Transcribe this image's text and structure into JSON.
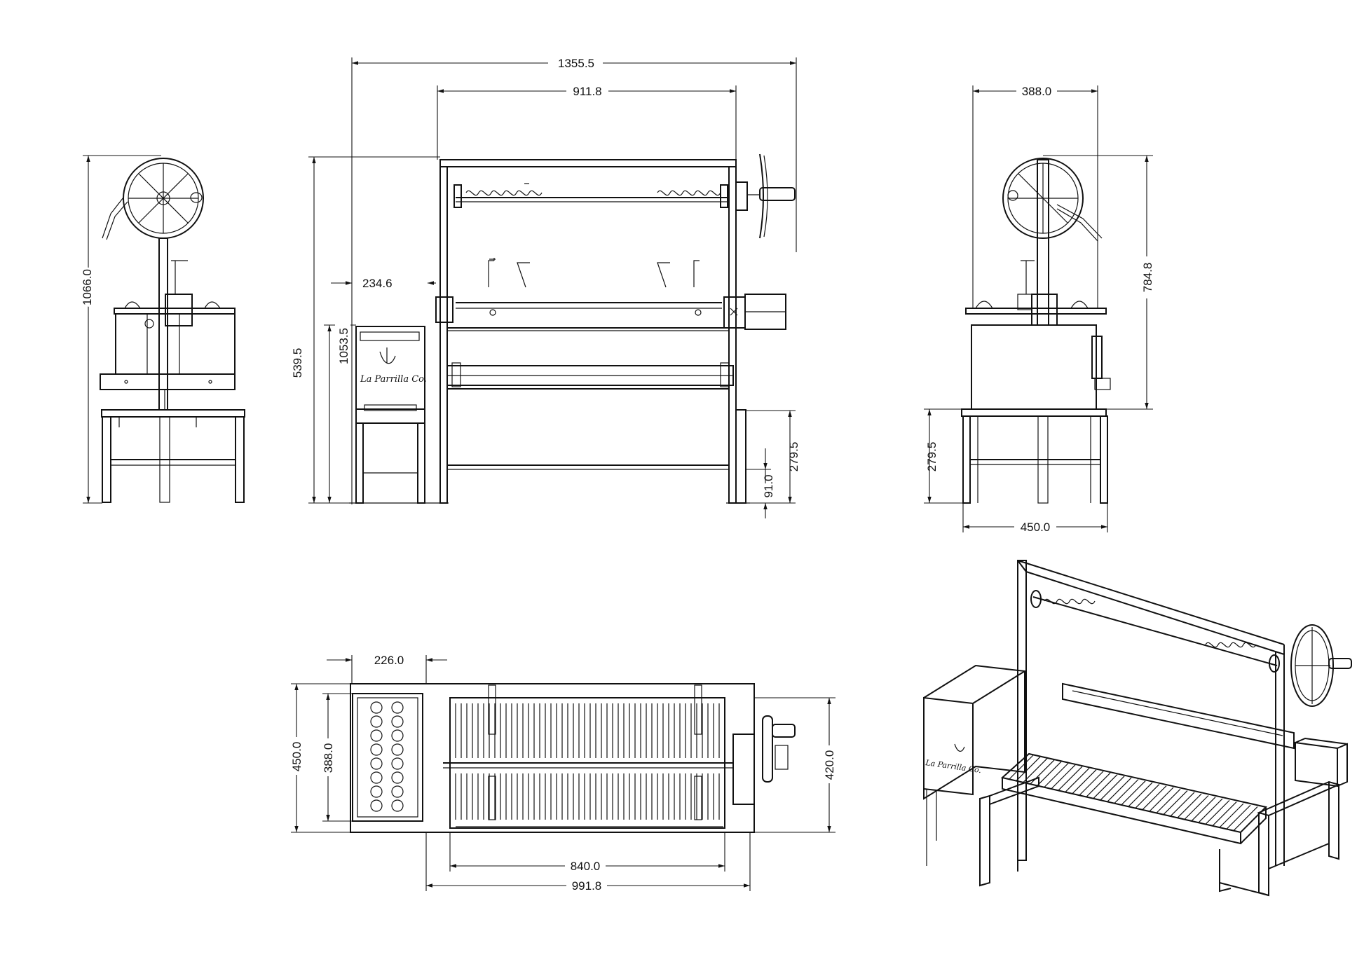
{
  "drawing": {
    "brand_mark": "La Parrilla Co.",
    "dimensions": {
      "side_height": "1066.0",
      "front_overall_width": "1355.5",
      "front_frame_width": "911.8",
      "front_offset": "234.6",
      "front_total_height": "1053.5",
      "front_firebox_height": "539.5",
      "front_table_height": "279.5",
      "front_leg_gap": "91.0",
      "right_top_width": "388.0",
      "right_height": "784.8",
      "right_table_height": "279.5",
      "right_base_width": "450.0",
      "top_basket_width": "226.0",
      "top_overall_depth": "450.0",
      "top_basket_depth": "388.0",
      "top_grill_depth": "420.0",
      "top_grill_width": "840.0",
      "top_overall_width": "991.8"
    }
  }
}
